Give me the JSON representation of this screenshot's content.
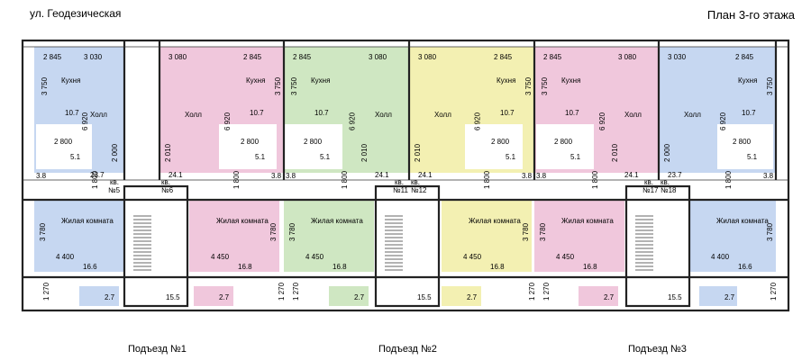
{
  "header": {
    "street": "ул. Геодезическая",
    "title": "План 3-го этажа"
  },
  "entrances": [
    "Подъезд №1",
    "Подъезд №2",
    "Подъезд №3"
  ],
  "colors": {
    "blue": "#c6d7f1",
    "pink": "#f0c7dc",
    "green": "#cfe7c2",
    "yellow": "#f3f0b2",
    "wall": "#222222"
  },
  "apartments": [
    {
      "label": "кв.",
      "number": "№5",
      "color": "blue",
      "kitchen": "Кухня",
      "hall": "Холл",
      "living": "Жилая комната",
      "dims": {
        "top_a": "2 845",
        "top_b": "3 030",
        "k_h": "3 750",
        "hall_h": "6 920",
        "bath_w": "2 800",
        "bath_h": "2 000",
        "corr_h": "1 800",
        "liv_h": "3 780",
        "liv_w": "4 400",
        "bal": "1 270"
      },
      "areas": {
        "kitchen": "10.7",
        "bath": "5.1",
        "hall": "23.7",
        "corr": "3.8",
        "living": "16.6",
        "balcony": "2.7"
      }
    },
    {
      "label": "кв.",
      "number": "№6",
      "color": "pink",
      "kitchen": "Кухня",
      "hall": "Холл",
      "living": "Жилая комната",
      "dims": {
        "top_a": "3 080",
        "top_b": "2 845",
        "k_h": "3 750",
        "hall_h": "6 920",
        "bath_w": "2 800",
        "bath_h": "2 010",
        "corr_h": "1 800",
        "liv_h": "3 780",
        "liv_w": "4 450",
        "bal": "1 270"
      },
      "areas": {
        "kitchen": "10.7",
        "bath": "5.1",
        "hall": "24.1",
        "corr": "3.8",
        "living": "16.8",
        "balcony": "2.7"
      }
    },
    {
      "label": "кв.",
      "number": "№11",
      "color": "green",
      "kitchen": "Кухня",
      "hall": "Холл",
      "living": "Жилая комната",
      "dims": {
        "top_a": "2 845",
        "top_b": "3 080",
        "k_h": "3 750",
        "hall_h": "6 920",
        "bath_w": "2 800",
        "bath_h": "2 010",
        "corr_h": "1 800",
        "liv_h": "3 780",
        "liv_w": "4 450",
        "bal": "1 270"
      },
      "areas": {
        "kitchen": "10.7",
        "bath": "5.1",
        "hall": "24.1",
        "corr": "3.8",
        "living": "16.8",
        "balcony": "2.7"
      }
    },
    {
      "label": "кв.",
      "number": "№12",
      "color": "yellow",
      "kitchen": "Кухня",
      "hall": "Холл",
      "living": "Жилая комната",
      "dims": {
        "top_a": "3 080",
        "top_b": "2 845",
        "k_h": "3 750",
        "hall_h": "6 920",
        "bath_w": "2 800",
        "bath_h": "2 010",
        "corr_h": "1 800",
        "liv_h": "3 780",
        "liv_w": "4 450",
        "bal": "1 270"
      },
      "areas": {
        "kitchen": "10.7",
        "bath": "5.1",
        "hall": "24.1",
        "corr": "3.8",
        "living": "16.8",
        "balcony": "2.7"
      }
    },
    {
      "label": "кв.",
      "number": "№17",
      "color": "pink",
      "kitchen": "Кухня",
      "hall": "Холл",
      "living": "Жилая комната",
      "dims": {
        "top_a": "2 845",
        "top_b": "3 080",
        "k_h": "3 750",
        "hall_h": "6 920",
        "bath_w": "2 800",
        "bath_h": "2 010",
        "corr_h": "1 800",
        "liv_h": "3 780",
        "liv_w": "4 450",
        "bal": "1 270"
      },
      "areas": {
        "kitchen": "10.7",
        "bath": "5.1",
        "hall": "24.1",
        "corr": "3.8",
        "living": "16.8",
        "balcony": "2.7"
      }
    },
    {
      "label": "кв.",
      "number": "№18",
      "color": "blue",
      "kitchen": "Кухня",
      "hall": "Холл",
      "living": "Жилая комната",
      "dims": {
        "top_a": "3 030",
        "top_b": "2 845",
        "k_h": "3 750",
        "hall_h": "6 920",
        "bath_w": "2 800",
        "bath_h": "2 000",
        "corr_h": "1 800",
        "liv_h": "3 780",
        "liv_w": "4 400",
        "bal": "1 270"
      },
      "areas": {
        "kitchen": "10.7",
        "bath": "5.1",
        "hall": "23.7",
        "corr": "3.8",
        "living": "16.6",
        "balcony": "2.7"
      }
    }
  ],
  "stair_area": "15.5"
}
